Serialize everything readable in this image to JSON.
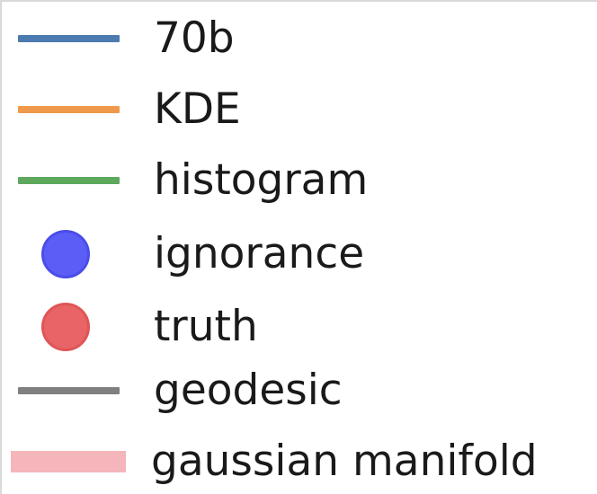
{
  "chart_data": {
    "type": "line",
    "legend": {
      "placement": "standalone",
      "entries": [
        {
          "label": "70b",
          "marker": "line",
          "color": "#4c7bb0"
        },
        {
          "label": "KDE",
          "marker": "line",
          "color": "#ef9a4a"
        },
        {
          "label": "histogram",
          "marker": "line",
          "color": "#5ea85e"
        },
        {
          "label": "ignorance",
          "marker": "circle",
          "color": "#5b5ef6",
          "edge_color": "#4a4de8"
        },
        {
          "label": "truth",
          "marker": "circle",
          "color": "#e86466",
          "edge_color": "#e05556"
        },
        {
          "label": "geodesic",
          "marker": "line",
          "color": "#808080"
        },
        {
          "label": "gaussian manifold",
          "marker": "band",
          "color": "#f4b6ba"
        }
      ]
    }
  }
}
